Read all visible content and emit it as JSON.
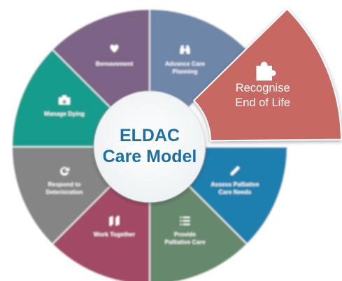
{
  "center": {
    "line1": "ELDAC",
    "line2": "Care Model",
    "color": "#1d6fa7"
  },
  "segments": [
    {
      "key": "bereavement",
      "label": [
        "Bereavement"
      ],
      "color": "#7d6485",
      "icon": "heart-icon"
    },
    {
      "key": "advance-care-planning",
      "label": [
        "Advance Care",
        "Planning"
      ],
      "color": "#6e86a8",
      "icon": "binoculars-icon"
    },
    {
      "key": "recognise-end-of-life",
      "label": [
        "Recognise",
        "End of Life"
      ],
      "color": "#c86863",
      "icon": "puzzle-icon",
      "highlighted": true
    },
    {
      "key": "assess-palliative-care-needs",
      "label": [
        "Assess Palliative",
        "Care Needs"
      ],
      "color": "#1b7fae",
      "icon": "pen-icon"
    },
    {
      "key": "provide-palliative-care",
      "label": [
        "Provide",
        "Palliative Care"
      ],
      "color": "#66886c",
      "icon": "list-icon"
    },
    {
      "key": "work-together",
      "label": [
        "Work Together"
      ],
      "color": "#a24a66",
      "icon": "handshake-icon"
    },
    {
      "key": "respond-to-deterioration",
      "label": [
        "Respond to",
        "Deterioration"
      ],
      "color": "#858585",
      "icon": "refresh-icon"
    },
    {
      "key": "manage-dying",
      "label": [
        "Manage Dying"
      ],
      "color": "#199c8c",
      "icon": "medical-kit-icon"
    }
  ]
}
